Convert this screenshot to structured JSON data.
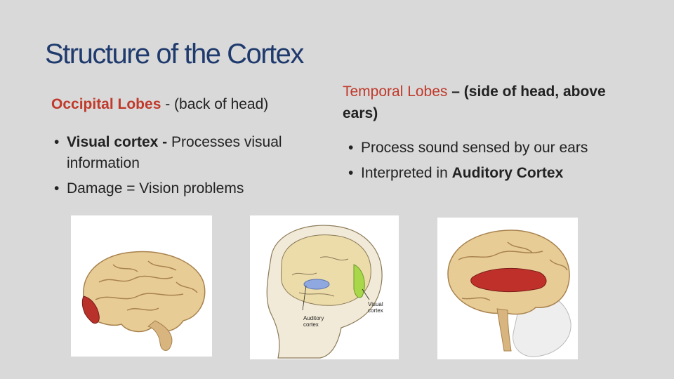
{
  "title": "Structure of the Cortex",
  "left": {
    "heading_red": "Occipital Lobes",
    "heading_rest": " - (back of head)",
    "bullets": [
      {
        "bold": "Visual cortex - ",
        "text": "Processes visual information"
      },
      {
        "text": "Damage = Vision problems"
      }
    ]
  },
  "right": {
    "heading_red": "Temporal Lobes",
    "heading_rest": " – (side of head, above ears)",
    "bullets": [
      {
        "text": "Process sound sensed by our ears"
      },
      {
        "text": "Interpreted in ",
        "bold": "Auditory Cortex"
      }
    ]
  },
  "images": {
    "diagram_labels": {
      "visual": "Visual cortex",
      "auditory": "Auditory cortex"
    }
  },
  "colors": {
    "title": "#1f3a6d",
    "highlight": "#c0392b",
    "background": "#d9d9d9"
  }
}
